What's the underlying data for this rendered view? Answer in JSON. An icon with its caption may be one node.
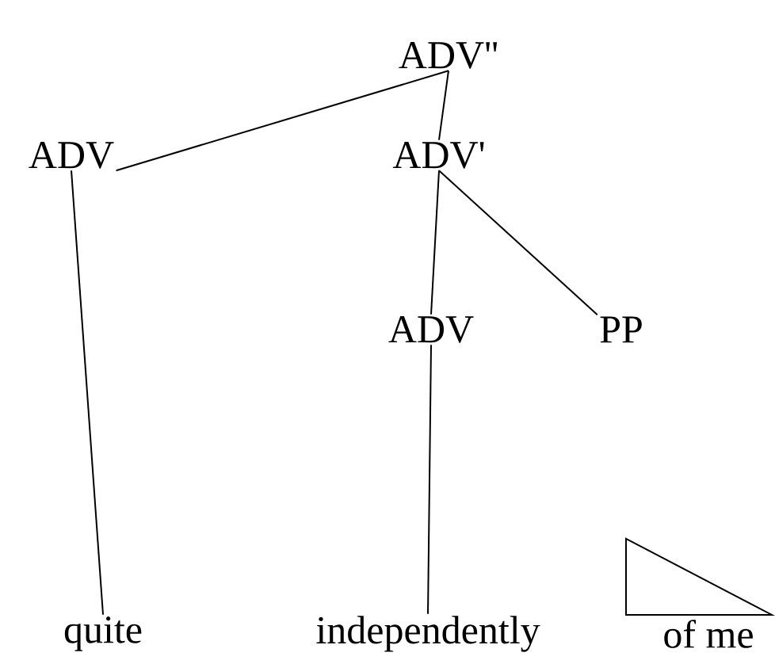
{
  "diagram": {
    "nodes": [
      {
        "text": [
          "ADV''"
        ]
      },
      {
        "text": [
          "ADV"
        ]
      },
      {
        "text": [
          "ADV'"
        ]
      },
      {
        "text": [
          "ADV"
        ]
      },
      {
        "text": [
          "PP"
        ]
      },
      {
        "text": [
          "quite"
        ]
      },
      {
        "text": [
          "independently"
        ]
      },
      {
        "text": [
          "of me"
        ]
      }
    ],
    "edges": [
      {
        "from": 0,
        "to": 1,
        "arrow": "none"
      },
      {
        "from": 0,
        "to": 2,
        "arrow": "none"
      },
      {
        "from": 1,
        "to": 5,
        "arrow": "none"
      },
      {
        "from": 2,
        "to": 3,
        "arrow": "none"
      },
      {
        "from": 2,
        "to": 4,
        "arrow": "none"
      },
      {
        "from": 3,
        "to": 6,
        "arrow": "none"
      }
    ]
  }
}
